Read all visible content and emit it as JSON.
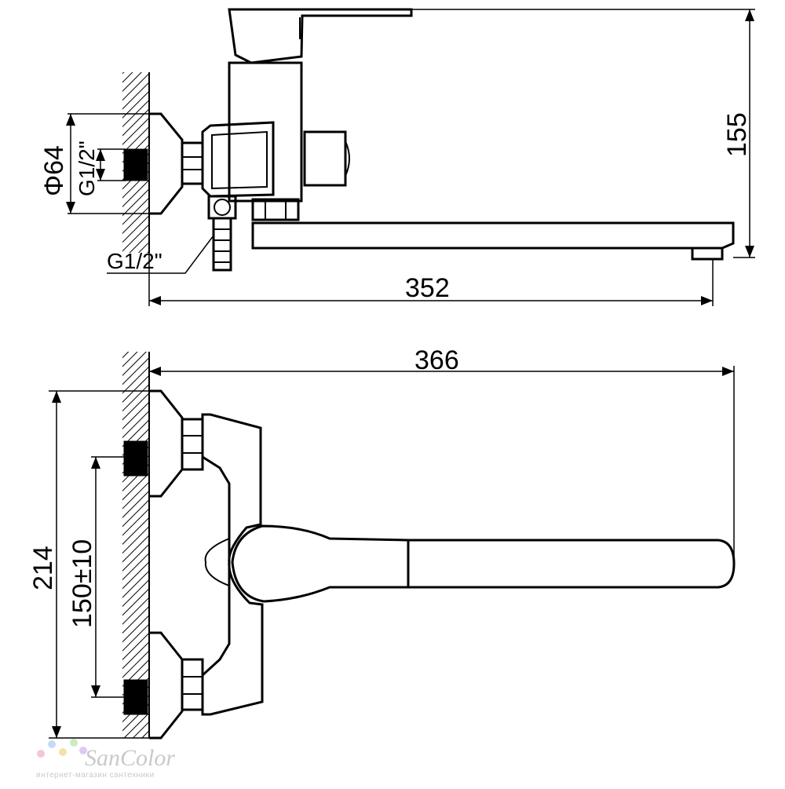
{
  "top_view": {
    "dim_height": "155",
    "dim_length": "352",
    "dim_diameter": "Φ64",
    "dim_thread_wall": "G1/2\"",
    "dim_thread_outlet": "G1/2\""
  },
  "front_view": {
    "dim_length": "366",
    "dim_height": "214",
    "dim_center_distance": "150±10"
  },
  "watermark": {
    "brand": "SanColor",
    "subtitle": "интернет-магазин сантехники"
  },
  "colors": {
    "line": "#000000",
    "background": "#ffffff",
    "watermark": "#c9c9c9"
  }
}
